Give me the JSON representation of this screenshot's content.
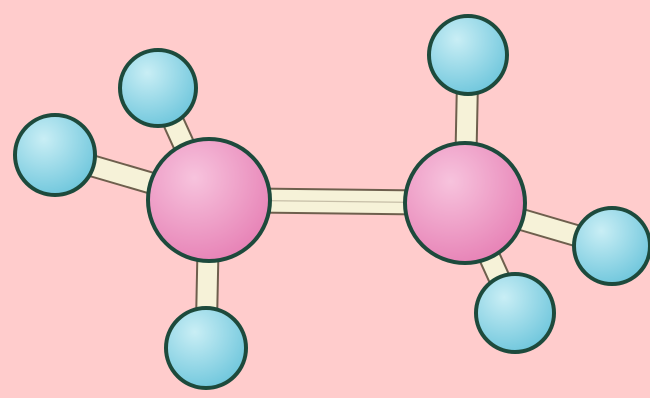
{
  "colors": {
    "background": "#ffcccc",
    "carbon_fill": "#e67fb4",
    "carbon_highlight": "#f7c3dd",
    "hydrogen_fill": "#6ec6dc",
    "hydrogen_highlight": "#c9eef5",
    "outline": "#1d4a3c",
    "bond_fill": "#f6f2d8",
    "bond_outline": "#6e5f4d"
  },
  "molecule": {
    "atoms": [
      {
        "id": "c1",
        "element": "carbon"
      },
      {
        "id": "c2",
        "element": "carbon"
      },
      {
        "id": "h1",
        "element": "hydrogen"
      },
      {
        "id": "h2",
        "element": "hydrogen"
      },
      {
        "id": "h3",
        "element": "hydrogen"
      },
      {
        "id": "h4",
        "element": "hydrogen"
      },
      {
        "id": "h5",
        "element": "hydrogen"
      },
      {
        "id": "h6",
        "element": "hydrogen"
      }
    ],
    "bonds": [
      {
        "from": "c1",
        "to": "c2"
      },
      {
        "from": "c1",
        "to": "h1"
      },
      {
        "from": "c1",
        "to": "h2"
      },
      {
        "from": "c1",
        "to": "h3"
      },
      {
        "from": "c2",
        "to": "h4"
      },
      {
        "from": "c2",
        "to": "h5"
      },
      {
        "from": "c2",
        "to": "h6"
      }
    ]
  }
}
